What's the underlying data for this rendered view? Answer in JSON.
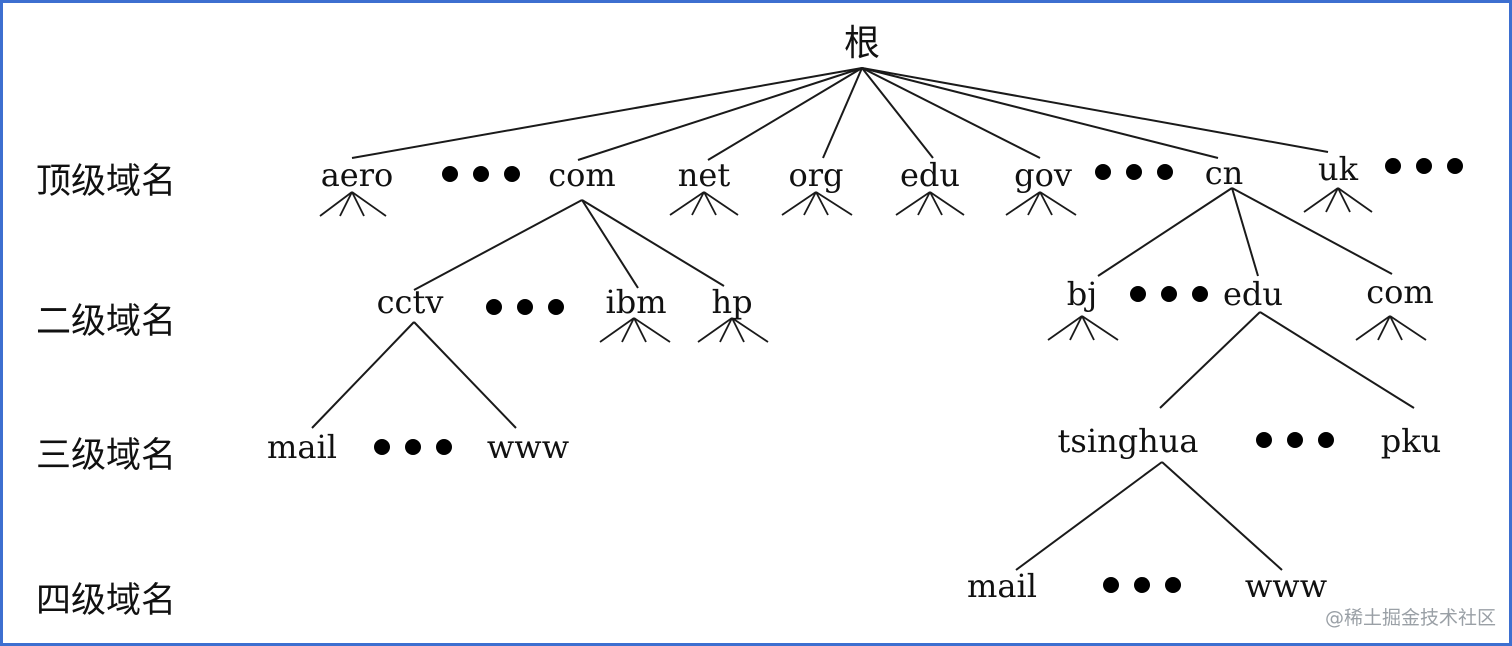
{
  "root": "根",
  "levels": [
    "顶级域名",
    "二级域名",
    "三级域名",
    "四级域名"
  ],
  "tld": [
    "aero",
    "com",
    "net",
    "org",
    "edu",
    "gov",
    "cn",
    "uk"
  ],
  "second_level": [
    "cctv",
    "ibm",
    "hp",
    "bj",
    "edu",
    "com"
  ],
  "third_level": [
    "mail",
    "www",
    "tsinghua",
    "pku"
  ],
  "fourth_level": [
    "mail",
    "www"
  ],
  "watermark": "@稀土掘金技术社区"
}
